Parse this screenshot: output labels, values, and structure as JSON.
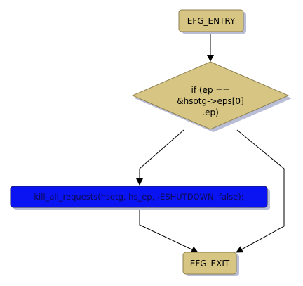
{
  "colors": {
    "terminal_fill": "#d7c584",
    "terminal_stroke": "#8f8150",
    "decision_fill": "#d6c583",
    "process_fill": "#0a14f2",
    "process_stroke": "#1a1a5a",
    "shadow": "#b9bdd6",
    "edge": "#000000"
  },
  "nodes": {
    "entry": {
      "label": "EFG_ENTRY"
    },
    "decision": {
      "label_lines": [
        "if (ep ==",
        "&hsotg->eps[0]",
        ".ep)"
      ]
    },
    "process": {
      "label": "kill_all_requests(hsotg, hs_ep, -ESHUTDOWN, false);"
    },
    "exit": {
      "label": "EFG_EXIT"
    }
  },
  "edges": [
    {
      "from": "entry",
      "to": "decision"
    },
    {
      "from": "decision",
      "to": "process"
    },
    {
      "from": "decision",
      "to": "exit"
    },
    {
      "from": "process",
      "to": "exit"
    }
  ]
}
